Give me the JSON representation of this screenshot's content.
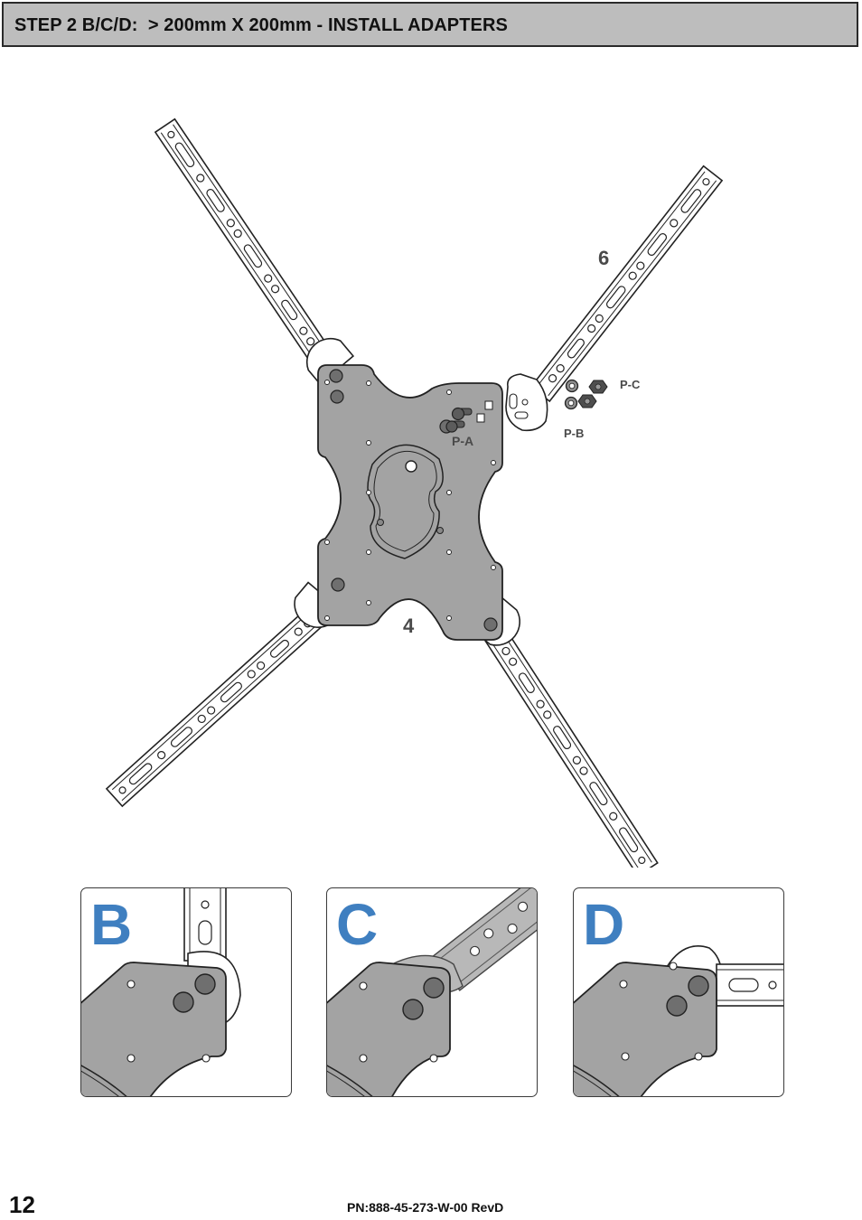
{
  "header": {
    "step_title": "STEP 2 B/C/D:  > 200mm X 200mm - INSTALL ADAPTERS"
  },
  "diagram": {
    "callouts": {
      "plate_number": "4",
      "adapter_number": "6",
      "part_a": "P-A",
      "part_b": "P-B",
      "part_c": "P-C"
    }
  },
  "panels": [
    {
      "letter": "B"
    },
    {
      "letter": "C"
    },
    {
      "letter": "D"
    }
  ],
  "footer": {
    "page_number": "12",
    "part_number": "PN:888-45-273-W-00 RevD"
  },
  "colors": {
    "plate_gray": "#a3a3a3",
    "header_gray": "#bdbdbd",
    "panel_letter_blue": "#3f7fc0"
  }
}
